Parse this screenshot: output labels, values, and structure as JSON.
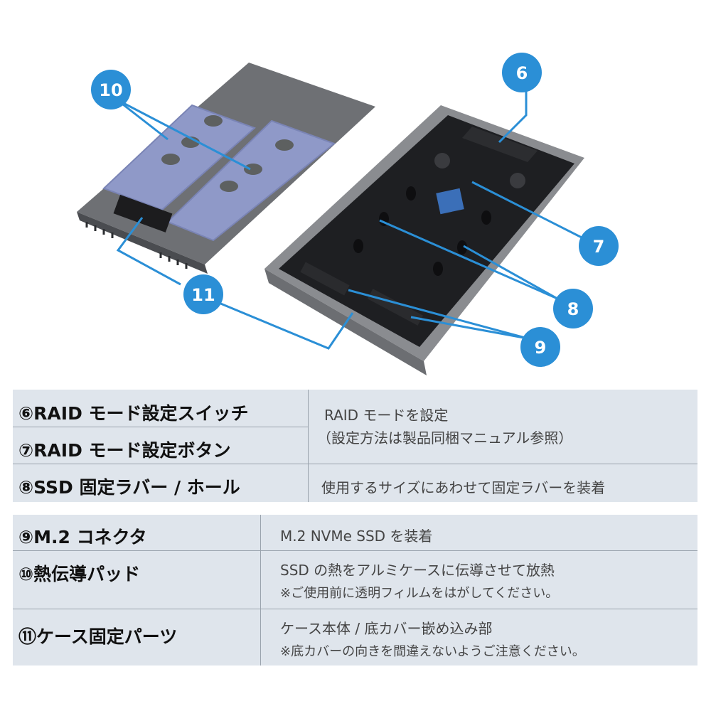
{
  "callouts": [
    {
      "id": "callout-6",
      "num": "6"
    },
    {
      "id": "callout-7",
      "num": "7"
    },
    {
      "id": "callout-8",
      "num": "8"
    },
    {
      "id": "callout-9",
      "num": "9"
    },
    {
      "id": "callout-10",
      "num": "10"
    },
    {
      "id": "callout-11",
      "num": "11"
    }
  ],
  "colors": {
    "callout": "#2b8fd6",
    "table_bg": "#dfe5ec",
    "divider": "#9aa3ad"
  },
  "table1": {
    "rows": [
      {
        "label": "⑥RAID モード設定スイッチ"
      },
      {
        "label": "⑦RAID モード設定ボタン"
      },
      {
        "label": "⑧SSD 固定ラバー / ホール"
      }
    ],
    "desc_raid_line1": "RAID モードを設定",
    "desc_raid_line2": "（設定方法は製品同梱マニュアル参照）",
    "desc_rubber": "使用するサイズにあわせて固定ラバーを装着"
  },
  "table2": {
    "rows": [
      {
        "label": "⑨M.2 コネクタ",
        "desc1": "M.2 NVMe SSD を装着"
      },
      {
        "label": "⑩熱伝導パッド",
        "desc1": "SSD の熱をアルミケースに伝導させて放熱",
        "desc2": "※ご使用前に透明フィルムをはがしてください。"
      },
      {
        "label": "⑪ケース固定パーツ",
        "desc1": "ケース本体 / 底カバー嵌め込み部",
        "desc2": "※底カバーの向きを間違えないようご注意ください。"
      }
    ]
  }
}
